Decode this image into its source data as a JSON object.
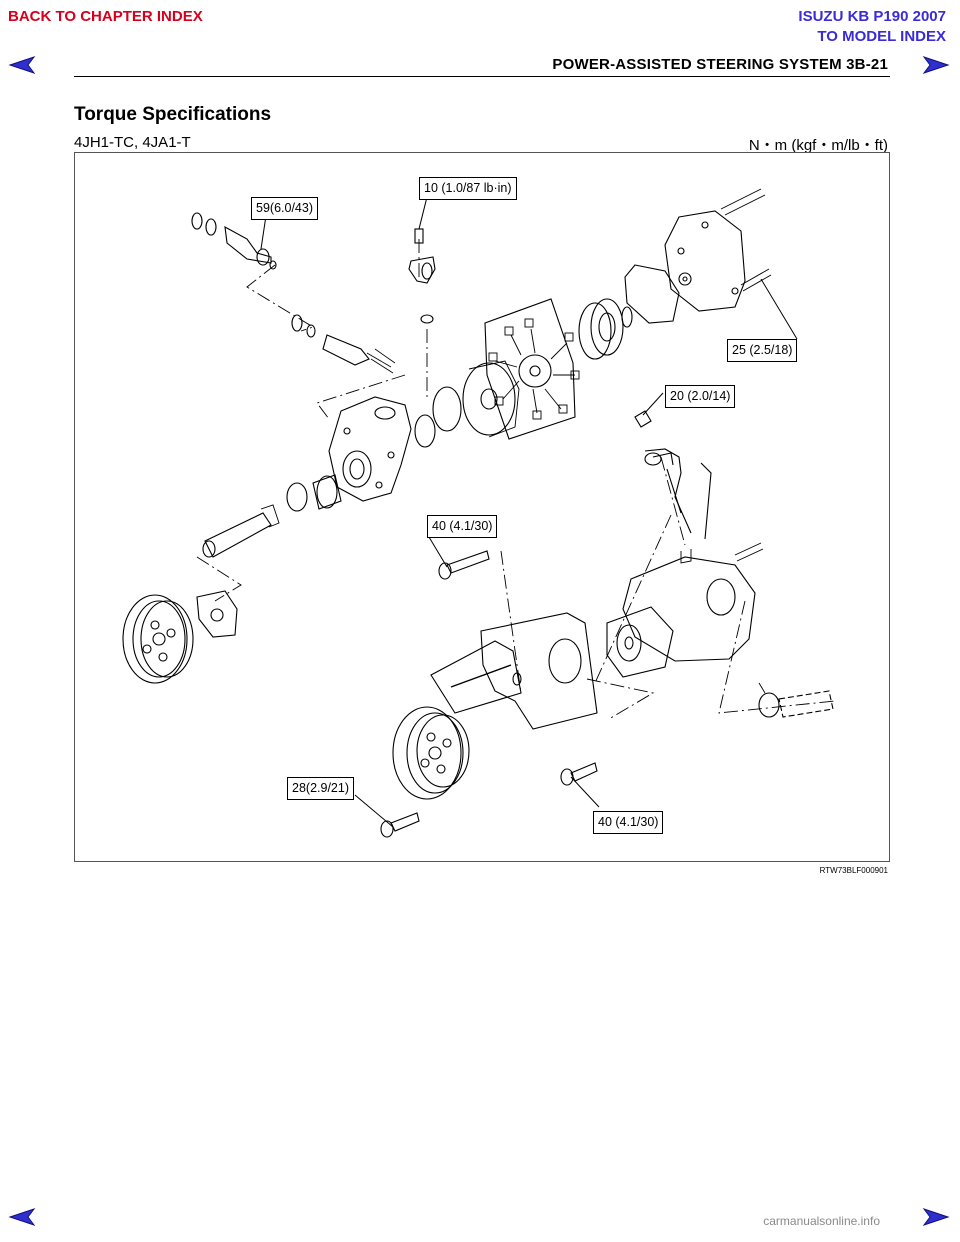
{
  "nav": {
    "back_to_chapter": "BACK TO CHAPTER INDEX",
    "model_title": "ISUZU KB P190 2007",
    "to_model_index": "TO MODEL INDEX"
  },
  "header": {
    "section": "POWER-ASSISTED STEERING SYSTEM 3B-21"
  },
  "content": {
    "title": "Torque Specifications",
    "engine": "4JH1-TC, 4JA1-T",
    "units": "N・m (kgf・m/lb・ft)"
  },
  "figure": {
    "callouts": {
      "c1": "59(6.0/43)",
      "c2": "10 (1.0/87 lb·in)",
      "c3": "25 (2.5/18)",
      "c4": "20 (2.0/14)",
      "c5": "40 (4.1/30)",
      "c6": "28(2.9/21)",
      "c7": "40 (4.1/30)"
    },
    "code": "RTW73BLF000901"
  },
  "footer": {
    "watermark": "carmanualsonline.info"
  },
  "colors": {
    "nav_red": "#d6001c",
    "nav_blue": "#3b2bd6",
    "arrow_blue": "#2f2fd0"
  }
}
